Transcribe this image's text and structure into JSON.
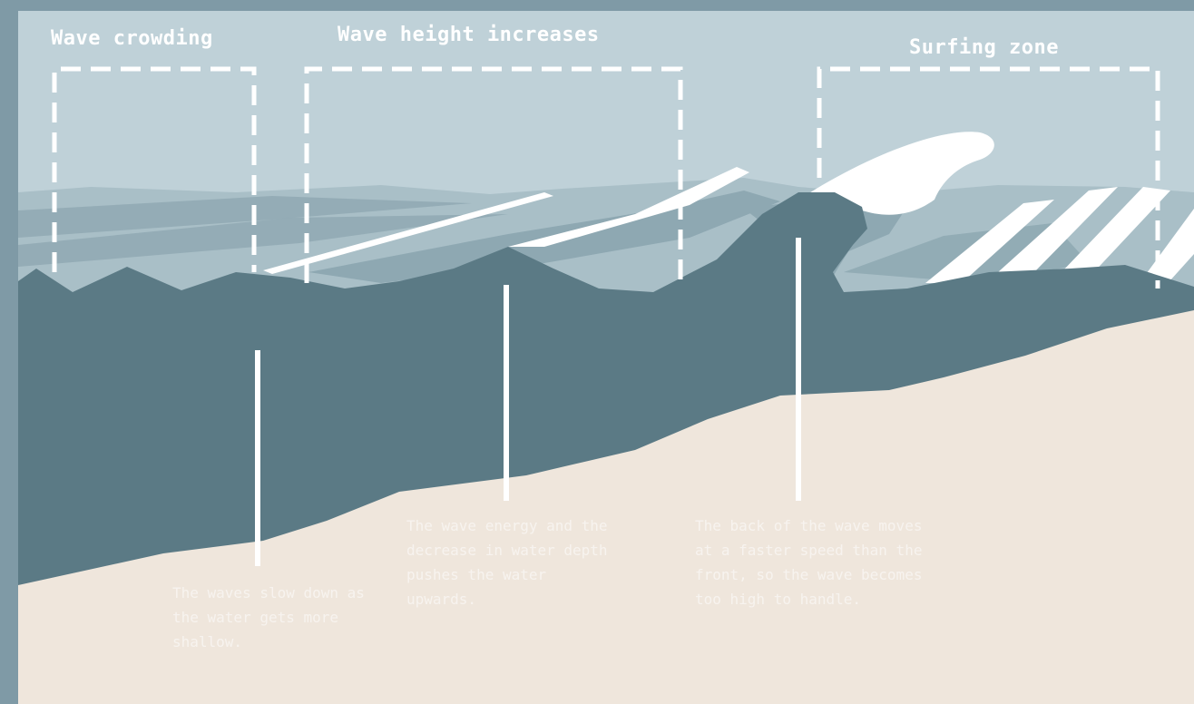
{
  "colors": {
    "sky": "#bfd1d8",
    "sea_dark": "#5b7a85",
    "sea_mid": "#8ea8b2",
    "sea_light": "#a9bfc7",
    "foam": "#ffffff",
    "sand": "#efe6dc",
    "frame": "#7f9aa6"
  },
  "zones": [
    {
      "label": "Wave crowding"
    },
    {
      "label": "Wave height increases"
    },
    {
      "label": "Surfing zone"
    }
  ],
  "annotations": [
    {
      "text": "The waves slow down as the water gets more shallow."
    },
    {
      "text": "The wave energy and the decrease in water depth pushes the water upwards."
    },
    {
      "text": "The back of the wave moves at a faster speed than the front, so the wave becomes too high to handle."
    }
  ]
}
